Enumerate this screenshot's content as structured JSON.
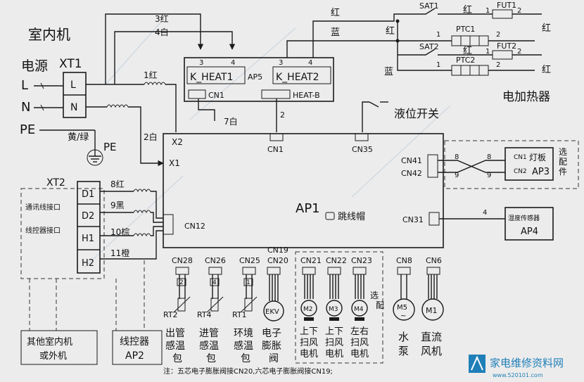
{
  "labels": {
    "indoor_unit": "室内机",
    "power": "电源",
    "xt1": "XT1",
    "L": "L",
    "N": "N",
    "PE": "PE",
    "pe_ground": "PE",
    "yellow_green": "黄/绿",
    "xt2": "XT2",
    "comm_port": "通讯线接口",
    "ctrl_port": "线控器接口",
    "d1": "D1",
    "d2": "D2",
    "h1": "H1",
    "h2": "H2",
    "w_8red": "8红",
    "w_9black": "9黑",
    "w_10brown": "10棕",
    "w_11orange": "11橙",
    "w_3red": "3红",
    "w_4white": "4白",
    "w_1red": "1红",
    "w_2white": "2白",
    "w_7white": "7白",
    "x1": "X1",
    "x2": "X2",
    "k_heat1": "K_HEAT1",
    "k_heat2": "K_HEAT2",
    "ap5": "AP5",
    "heat_b": "HEAT-B",
    "cn1": "CN1",
    "cn12": "CN12",
    "cn35": "CN35",
    "cn41": "CN41",
    "cn42": "CN42",
    "cn31": "CN31",
    "cn28": "CN28",
    "cn26": "CN26",
    "cn25": "CN25",
    "cn19": "CN19",
    "cn20": "CN20",
    "cn21": "CN21",
    "cn22": "CN22",
    "cn23": "CN23",
    "cn8": "CN8",
    "cn6": "CN6",
    "ap1": "AP1",
    "jumper": "跳线帽",
    "level_switch": "液位开关",
    "elec_heater": "电加热器",
    "sat1": "SAT1",
    "sat2": "SAT2",
    "fut1": "FUT1",
    "fut2": "FUT2",
    "ptc1": "PTC1",
    "ptc2": "PTC2",
    "red": "红",
    "blue": "蓝",
    "lamp_board": "灯板",
    "ap3": "AP3",
    "cn1_ap3": "CN1",
    "cn2_ap3": "CN2",
    "optional": "选配件",
    "humidity_sensor": "湿度传感器",
    "ap4": "AP4",
    "rt2": "RT2",
    "rt4": "RT4",
    "rt1": "RT1",
    "ekv": "EKV",
    "m2": "M2",
    "m3": "M3",
    "m4": "M4",
    "m5": "M5",
    "m1": "M1",
    "optional2": "选配",
    "outlet_temp": "出管感温包",
    "inlet_temp": "进管感温包",
    "ambient_temp": "环境感温包",
    "eev": "电子膨胀阀",
    "swing_ud1": "上下扫风电机",
    "swing_ud2": "上下扫风电机",
    "swing_lr": "左右扫风电机",
    "pump": "水泵",
    "dc_fan": "直流风机",
    "other_units": "其他室内机或外机",
    "wired_ctrl": "线控器",
    "ap2": "AP2",
    "note": "注：五芯电子膨胀阀接CN20,六芯电子膨胀阀接CN19;",
    "pin_2": "2",
    "pin_3": "3",
    "pin_4": "4",
    "pin_1": "1",
    "pin_8": "8",
    "pin_9": "9",
    "logo_text": "家电维修资料网",
    "logo_url": "www.520101.com"
  }
}
